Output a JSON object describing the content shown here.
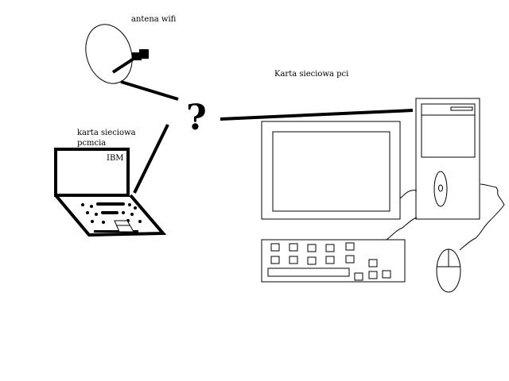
{
  "labels": {
    "antenna": "antena wifi",
    "pci_card": "Karta sieciowa pci",
    "pcmcia_line1": "karta sieciowa",
    "pcmcia_line2": "pcmcia",
    "laptop_brand": "IBM",
    "question": "?"
  },
  "colors": {
    "ink": "#000000",
    "background": "#ffffff"
  },
  "icons": [
    "satellite-dish-icon",
    "laptop-icon",
    "monitor-icon",
    "pc-tower-icon",
    "keyboard-icon",
    "mouse-icon"
  ]
}
